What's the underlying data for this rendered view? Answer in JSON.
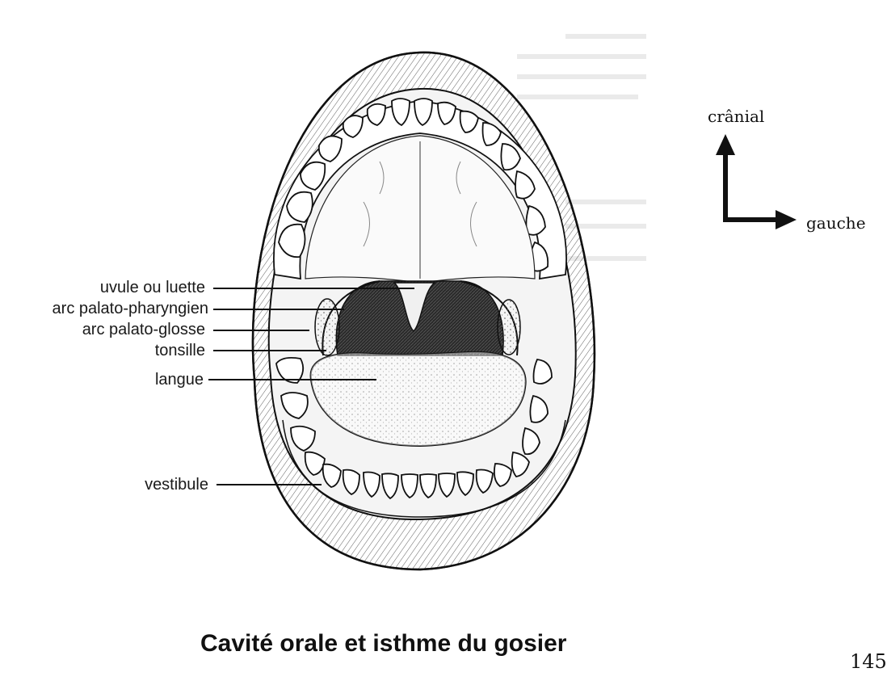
{
  "figure": {
    "labels": {
      "uvule": "uvule ou luette",
      "arc_pharyngien": "arc palato-pharyngien",
      "arc_glosse": "arc palato-glosse",
      "tonsille": "tonsille",
      "langue": "langue",
      "vestibule": "vestibule"
    },
    "orientation": {
      "up": "crânial",
      "right": "gauche"
    },
    "title": "Cavité orale et isthme du gosier"
  },
  "page": {
    "number": "145"
  },
  "colors": {
    "ink": "#1a1a1a",
    "background": "#ffffff",
    "throat": "#3a3a3a"
  }
}
